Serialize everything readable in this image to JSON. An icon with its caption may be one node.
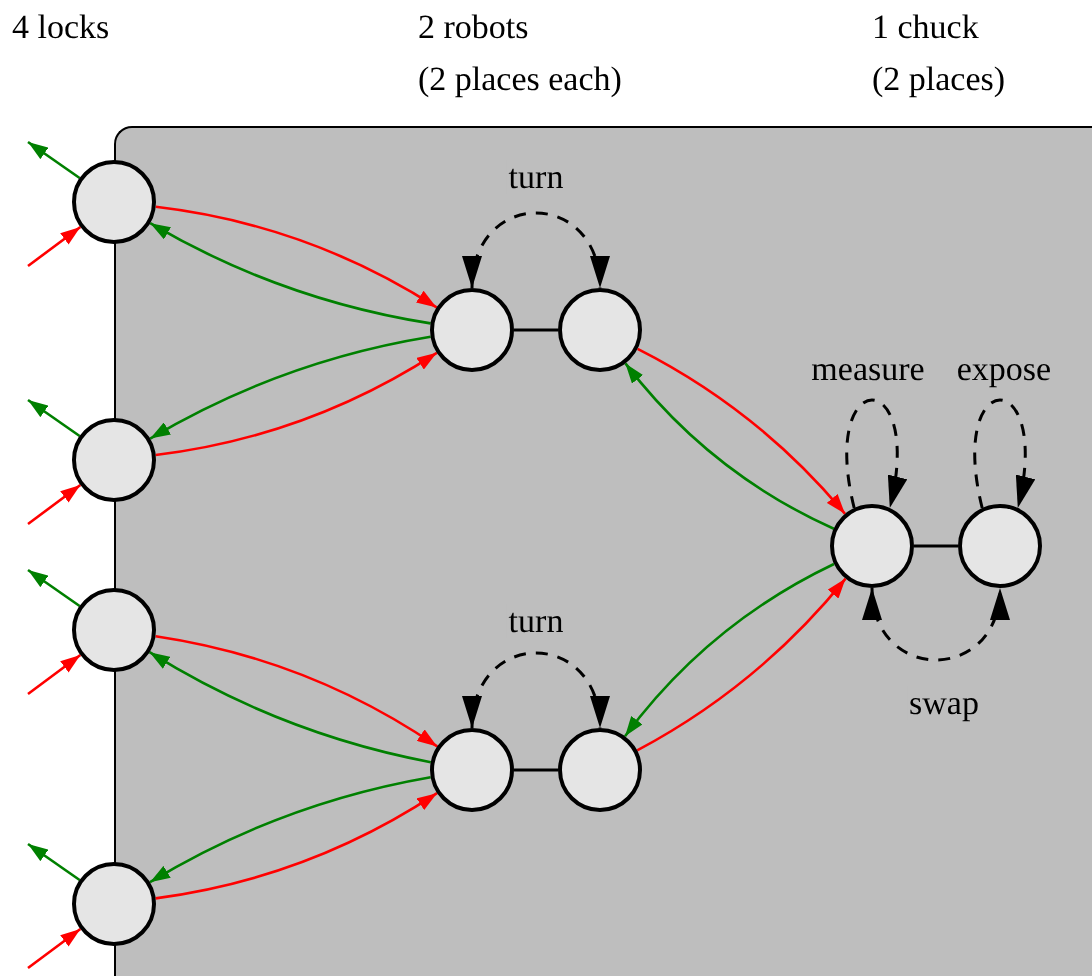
{
  "diagram": {
    "nodes": [
      {
        "text": [],
        "shape": "circle"
      },
      {
        "text": [],
        "shape": "circle"
      },
      {
        "text": [],
        "shape": "circle"
      },
      {
        "text": [],
        "shape": "circle"
      },
      {
        "text": [],
        "shape": "circle"
      },
      {
        "text": [],
        "shape": "circle"
      },
      {
        "text": [],
        "shape": "circle"
      },
      {
        "text": [],
        "shape": "circle"
      },
      {
        "text": [],
        "shape": "circle"
      },
      {
        "text": [],
        "shape": "circle"
      }
    ],
    "edges": [
      {
        "from": null,
        "to": 0,
        "arrow": "to",
        "color": "#ff0000"
      },
      {
        "from": 0,
        "to": null,
        "arrow": "to",
        "color": "#008000"
      },
      {
        "from": null,
        "to": 1,
        "arrow": "to",
        "color": "#ff0000"
      },
      {
        "from": 1,
        "to": null,
        "arrow": "to",
        "color": "#008000"
      },
      {
        "from": null,
        "to": 2,
        "arrow": "to",
        "color": "#ff0000"
      },
      {
        "from": 2,
        "to": null,
        "arrow": "to",
        "color": "#008000"
      },
      {
        "from": null,
        "to": 3,
        "arrow": "to",
        "color": "#ff0000"
      },
      {
        "from": 3,
        "to": null,
        "arrow": "to",
        "color": "#008000"
      },
      {
        "from": 0,
        "to": 4,
        "arrow": "to",
        "color": "#ff0000"
      },
      {
        "from": 4,
        "to": 0,
        "arrow": "to",
        "color": "#008000"
      },
      {
        "from": 4,
        "to": 1,
        "arrow": "to",
        "color": "#008000"
      },
      {
        "from": 1,
        "to": 4,
        "arrow": "to",
        "color": "#ff0000"
      },
      {
        "from": 2,
        "to": 6,
        "arrow": "to",
        "color": "#ff0000"
      },
      {
        "from": 6,
        "to": 2,
        "arrow": "to",
        "color": "#008000"
      },
      {
        "from": 6,
        "to": 3,
        "arrow": "to",
        "color": "#008000"
      },
      {
        "from": 3,
        "to": 6,
        "arrow": "to",
        "color": "#ff0000"
      },
      {
        "from": 4,
        "to": 5,
        "arrow": "none",
        "color": "#000000"
      },
      {
        "from": 6,
        "to": 7,
        "arrow": "none",
        "color": "#000000"
      },
      {
        "from": 8,
        "to": 9,
        "arrow": "none",
        "color": "#000000"
      },
      {
        "from": 4,
        "to": 5,
        "arrow": "both",
        "style": "dashed",
        "color": "#000000",
        "label": "turn"
      },
      {
        "from": 6,
        "to": 7,
        "arrow": "both",
        "style": "dashed",
        "color": "#000000",
        "label": "turn"
      },
      {
        "from": 5,
        "to": 8,
        "arrow": "to",
        "color": "#ff0000"
      },
      {
        "from": 8,
        "to": 5,
        "arrow": "to",
        "color": "#008000"
      },
      {
        "from": 8,
        "to": 7,
        "arrow": "to",
        "color": "#008000"
      },
      {
        "from": 7,
        "to": 8,
        "arrow": "to",
        "color": "#ff0000"
      },
      {
        "from": 8,
        "to": 8,
        "arrow": "to",
        "style": "dashed",
        "color": "#000000",
        "label": "measure"
      },
      {
        "from": 9,
        "to": 9,
        "arrow": "to",
        "style": "dashed",
        "color": "#000000",
        "label": "expose"
      },
      {
        "from": 8,
        "to": 9,
        "arrow": "both",
        "style": "dashed",
        "color": "#000000",
        "label": "swap"
      }
    ],
    "labels": [
      "4 locks",
      "2 robots",
      "(2 places each)",
      "1 chuck",
      "(2 places)"
    ]
  }
}
